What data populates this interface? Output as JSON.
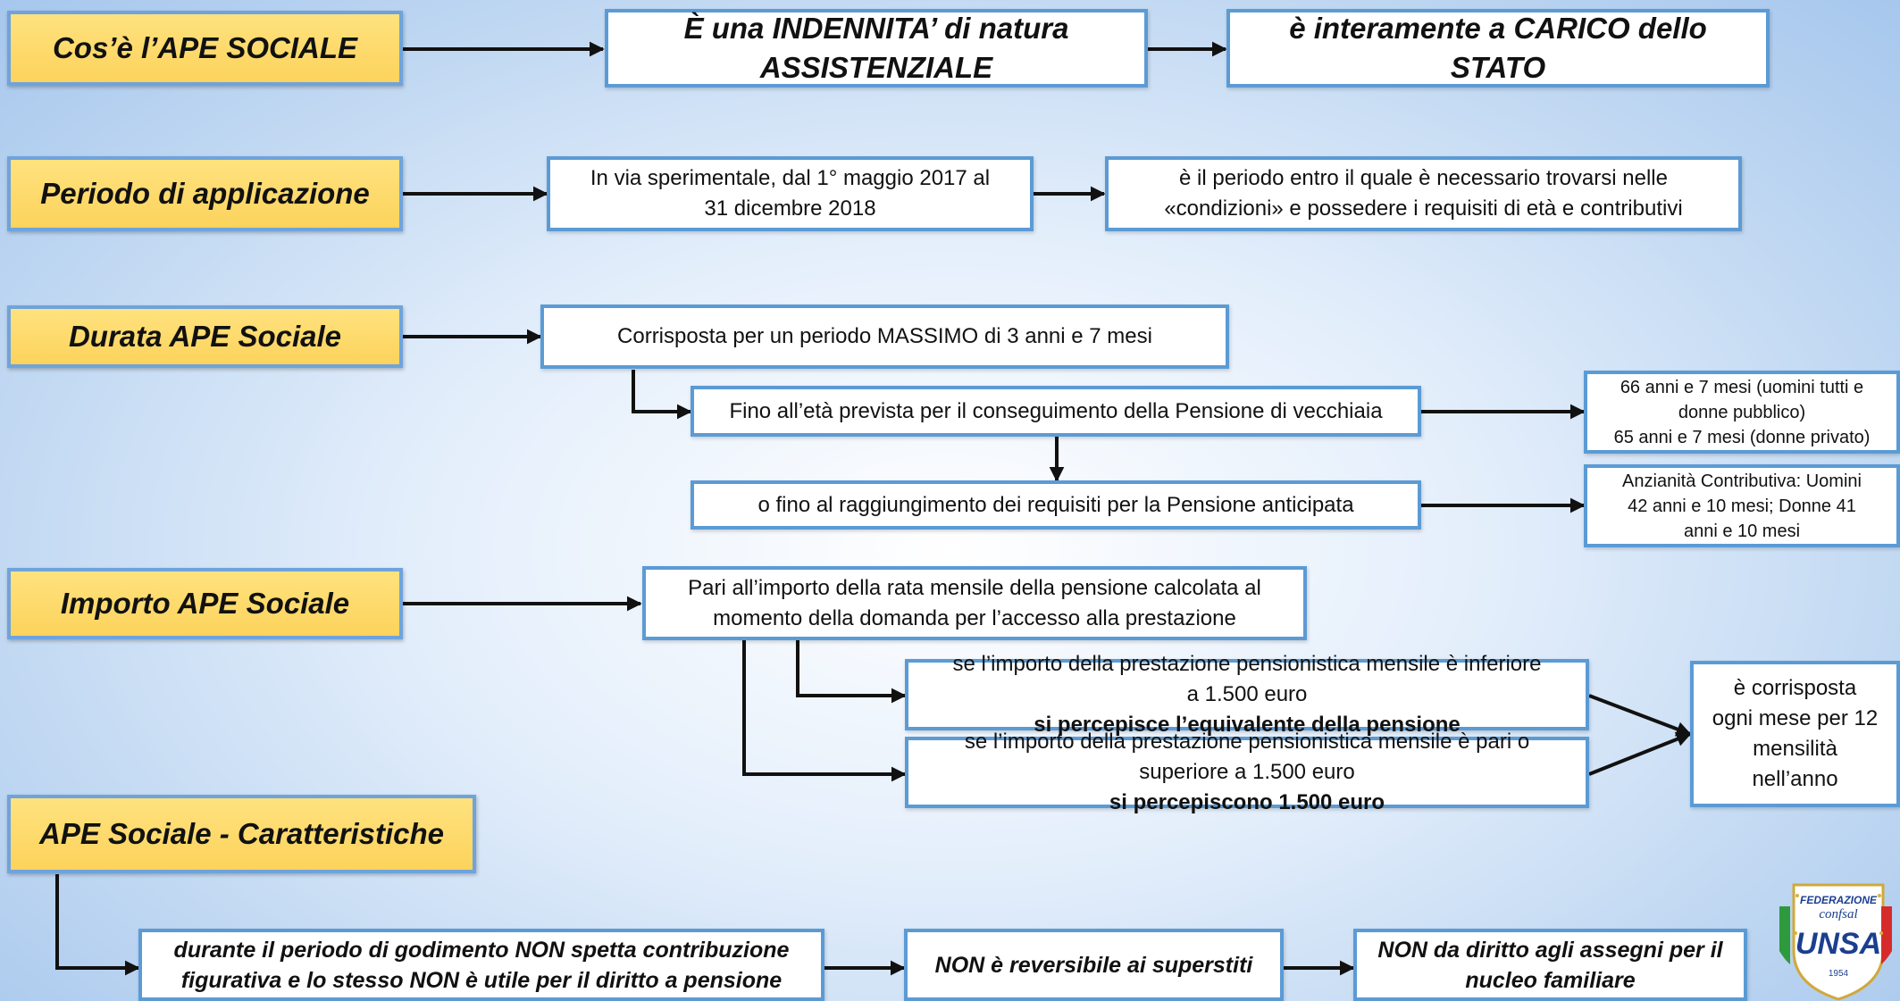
{
  "rows": {
    "cose": {
      "label": "Cos’è l’APE SOCIALE",
      "box1": [
        "È una INDENNITA’ di natura",
        "ASSISTENZIALE"
      ],
      "box2": [
        "è interamente a CARICO dello",
        "STATO"
      ]
    },
    "periodo": {
      "label": "Periodo di applicazione",
      "box1": [
        "In via sperimentale, dal 1° maggio 2017 al",
        "31 dicembre 2018"
      ],
      "box2": [
        "è il periodo entro il quale è necessario trovarsi nelle",
        "«condizioni» e possedere i requisiti di età e contributivi"
      ]
    },
    "durata": {
      "label": "Durata APE Sociale",
      "box1": "Corrisposta per un periodo MASSIMO di 3 anni e 7 mesi",
      "vecchiaia": "Fino all’età prevista per il conseguimento della Pensione di vecchiaia",
      "vecchiaia_detail": [
        "66 anni e 7 mesi (uomini tutti e",
        "donne pubblico)",
        "65 anni e 7 mesi (donne privato)"
      ],
      "anticipata": "o fino al raggiungimento dei requisiti per la Pensione anticipata",
      "anticipata_detail": [
        "Anzianità Contributiva: Uomini",
        "42 anni e 10 mesi; Donne 41",
        "anni e 10 mesi"
      ]
    },
    "importo": {
      "label": "Importo APE Sociale",
      "box1": [
        "Pari all’importo della rata mensile della pensione calcolata al",
        "momento della domanda per l’accesso alla prestazione"
      ],
      "case1_line1": "se l’importo della prestazione pensionistica mensile è inferiore",
      "case1_line2_normal": "a 1.500 euro ",
      "case1_line2_bold": "si percepisce l’equivalente della pensione",
      "case2_line1": "se l’importo della prestazione pensionistica mensile è pari o",
      "case2_line2_normal": "superiore a 1.500 euro ",
      "case2_line2_bold": "si percepiscono 1.500 euro",
      "result": [
        "è corrisposta",
        "ogni mese per 12",
        "mensilità",
        "nell’anno"
      ]
    },
    "caratteristiche": {
      "label": "APE Sociale - Caratteristiche",
      "box1": [
        "durante il periodo di godimento NON spetta contribuzione",
        "figurativa e lo stesso NON è utile per il diritto a pensione"
      ],
      "box2": "NON è reversibile ai superstiti",
      "box3": [
        "NON da diritto agli assegni per il",
        "nucleo familiare"
      ]
    }
  },
  "logo": {
    "line1": "FEDERAZIONE",
    "line2": "confsal",
    "line3": "UNSA",
    "year": "1954"
  },
  "colors": {
    "label_fill": "#fcd35c",
    "box_border": "#5b9bd5",
    "arrow": "#111111"
  }
}
